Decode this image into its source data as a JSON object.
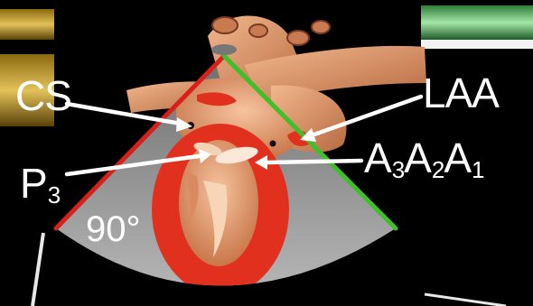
{
  "labels": {
    "cs": "CS",
    "laa": "LAA",
    "p3": {
      "letter": "P",
      "sub": "3"
    },
    "a_segments": [
      {
        "letter": "A",
        "sub": "3"
      },
      {
        "letter": "A",
        "sub": "2"
      },
      {
        "letter": "A",
        "sub": "1"
      }
    ],
    "angle": "90°"
  },
  "colors": {
    "background": "#000000",
    "sector_fill": "#8c8c8c",
    "left_edge": "#d8201a",
    "right_edge": "#3fbf2a",
    "heart_tissue": "#e49a6e",
    "myocardium_red": "#e2301f",
    "arrow": "#ffffff"
  }
}
